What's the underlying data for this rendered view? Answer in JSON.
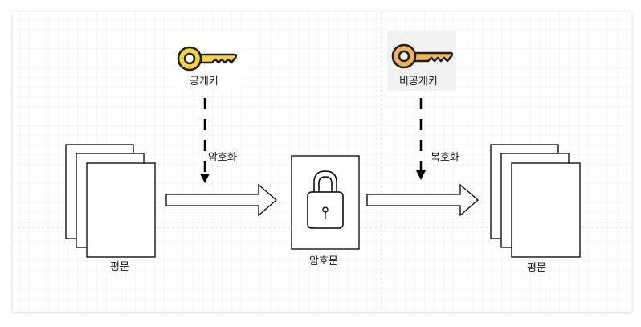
{
  "diagram": {
    "plaintext_left_label": "평문",
    "public_key_label": "공개키",
    "encrypt_label": "암호화",
    "ciphertext_label": "암호문",
    "private_key_label": "비공개키",
    "decrypt_label": "복호화",
    "plaintext_right_label": "평문"
  },
  "colors": {
    "public_key": "#f5d33a",
    "private_key": "#f3b35a",
    "key_stroke": "#1f1f1f",
    "grid": "#ececec",
    "page_fill": "#ffffff",
    "stroke": "#000000"
  },
  "icons": {
    "public_key": "key-icon",
    "private_key": "key-icon",
    "lock": "padlock-icon",
    "documents": "document-stack-icon",
    "arrow": "arrow-right-icon"
  }
}
